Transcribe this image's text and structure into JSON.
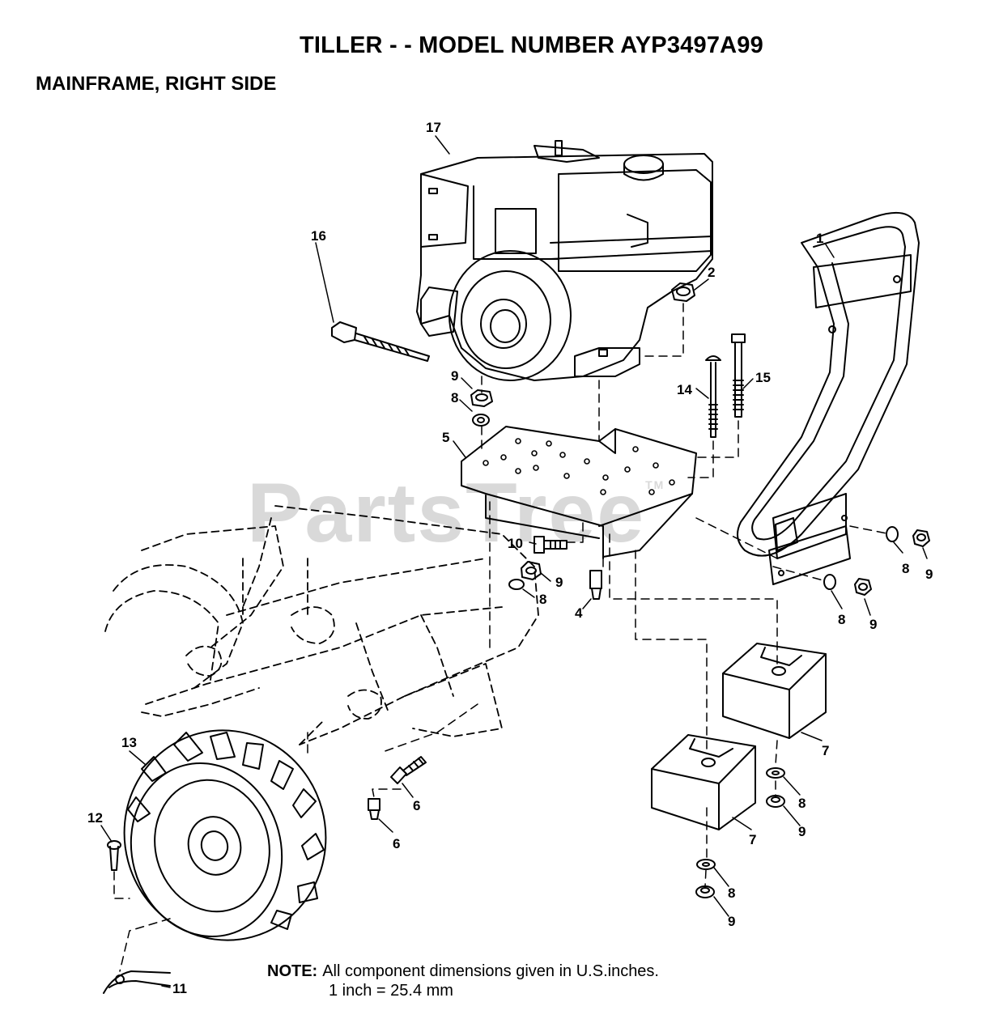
{
  "header": {
    "title": "TILLER - - MODEL NUMBER AYP3497A99",
    "subtitle": "MAINFRAME, RIGHT SIDE"
  },
  "watermark": {
    "text": "PartsTree",
    "tm": "TM"
  },
  "callouts": {
    "c1": "1",
    "c2": "2",
    "c4": "4",
    "c5": "5",
    "c6a": "6",
    "c6b": "6",
    "c7a": "7",
    "c7b": "7",
    "c8a": "8",
    "c8b": "8",
    "c8c": "8",
    "c8d": "8",
    "c8e": "8",
    "c8f": "8",
    "c9a": "9",
    "c9b": "9",
    "c9c": "9",
    "c9d": "9",
    "c9e": "9",
    "c9f": "9",
    "c10": "10",
    "c11": "11",
    "c12": "12",
    "c13": "13",
    "c14": "14",
    "c15": "15",
    "c16": "16",
    "c17": "17"
  },
  "note": {
    "label": "NOTE:",
    "text": "All component dimensions given in U.S.inches.",
    "conversion": "1 inch = 25.4 mm"
  }
}
